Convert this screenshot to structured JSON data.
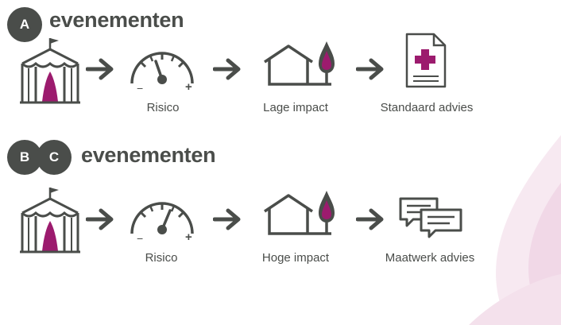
{
  "accent_color": "#9c1b6e",
  "ink_color": "#4a4d4a",
  "rows": [
    {
      "badges": [
        "A"
      ],
      "heading": "evenementen",
      "steps": [
        {
          "icon": "circus-tent-icon",
          "label": ""
        },
        {
          "icon": "gauge-icon",
          "label": "Risico",
          "gauge_level": "low"
        },
        {
          "icon": "house-fire-icon",
          "label": "Lage impact"
        },
        {
          "icon": "medical-document-icon",
          "label": "Standaard advies"
        }
      ]
    },
    {
      "badges": [
        "B",
        "C"
      ],
      "heading": "evenementen",
      "steps": [
        {
          "icon": "circus-tent-icon",
          "label": ""
        },
        {
          "icon": "gauge-icon",
          "label": "Risico",
          "gauge_level": "high"
        },
        {
          "icon": "house-fire-icon",
          "label": "Hoge impact"
        },
        {
          "icon": "chat-bubbles-icon",
          "label": "Maatwerk advies"
        }
      ]
    }
  ],
  "gauge_marks": {
    "minus": "−",
    "plus": "+"
  }
}
